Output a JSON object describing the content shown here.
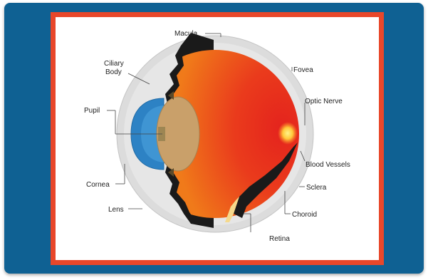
{
  "labels": {
    "macula": "Macula",
    "ciliary_line1": "Ciliary",
    "ciliary_line2": "Body",
    "pupil": "Pupil",
    "cornea": "Cornea",
    "lens": "Lens",
    "fovea": "Fovea",
    "optic_nerve": "Optic Nerve",
    "blood_vessels": "Blood Vessels",
    "sclera": "Sclera",
    "choroid": "Choroid",
    "retina": "Retina"
  },
  "colors": {
    "card": "#0f6193",
    "frame": "#e8472a",
    "vitreous": "#ef5a1a",
    "sclera": "#d9d9d9",
    "cornea": "#2d82c4",
    "lens": "#c9a06a",
    "choroid": "#1a1a1a",
    "optic_nerve": "#f3a7c2",
    "fovea": "#ffd23a"
  }
}
